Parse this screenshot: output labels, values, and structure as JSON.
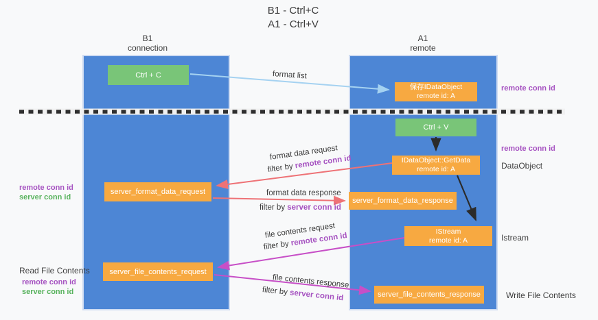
{
  "title": {
    "line1": "B1 - Ctrl+C",
    "line2": "A1 - Ctrl+V"
  },
  "lanes": {
    "left": {
      "name": "B1",
      "role": "connection"
    },
    "right": {
      "name": "A1",
      "role": "remote"
    }
  },
  "nodes": {
    "ctrl_c": "Ctrl + C",
    "ctrl_v": "Ctrl + V",
    "save_dataobject": {
      "title": "保存IDataObject",
      "subtitle": "remote id: A"
    },
    "getdata": {
      "title": "IDataObject::GetData",
      "subtitle": "remote id: A"
    },
    "istream": {
      "title": "IStream",
      "subtitle": "remote id: A"
    },
    "format_request": "server_format_data_request",
    "format_response": "server_format_data_response",
    "file_request": "server_file_contents_request",
    "file_response": "server_file_contents_response"
  },
  "flows": {
    "format_list": "format list",
    "format_data_request": "format data request",
    "format_data_request_filter_prefix": "filter by ",
    "format_data_request_filter_key": "remote conn id",
    "format_data_response": "format data response",
    "format_data_response_filter_prefix": "filter by ",
    "format_data_response_filter_key": "server conn id",
    "file_contents_request": "file contents request",
    "file_contents_request_filter_prefix": "filter by ",
    "file_contents_request_filter_key": "remote conn id",
    "file_contents_response": "file contents response",
    "file_contents_response_filter_prefix": "filter by ",
    "file_contents_response_filter_key": "server conn id"
  },
  "annotations": {
    "right_remote_conn_id_top": "remote conn id",
    "right_remote_conn_id_mid": "remote conn id",
    "dataobject": "DataObject",
    "istream": "Istream",
    "write_file_contents": "Write File Contents",
    "left_remote_conn_id_top": "remote conn id",
    "left_server_conn_id_top": "server conn id",
    "read_file_contents": "Read File Contents",
    "left_remote_conn_id_bottom": "remote conn id",
    "left_server_conn_id_bottom": "server conn id"
  },
  "colors": {
    "lane_blue": "#4d86d5",
    "box_orange": "#f7a941",
    "box_green": "#79c578",
    "arrow_red": "#ee7276",
    "arrow_magenta": "#c74fc7",
    "arrow_blue": "#a5d2f1",
    "arrow_black": "#2b2b2b",
    "text_purple": "#a653c1",
    "text_green": "#57b25c",
    "text_dark": "#3f3f3f",
    "background": "#f8f9fa"
  }
}
